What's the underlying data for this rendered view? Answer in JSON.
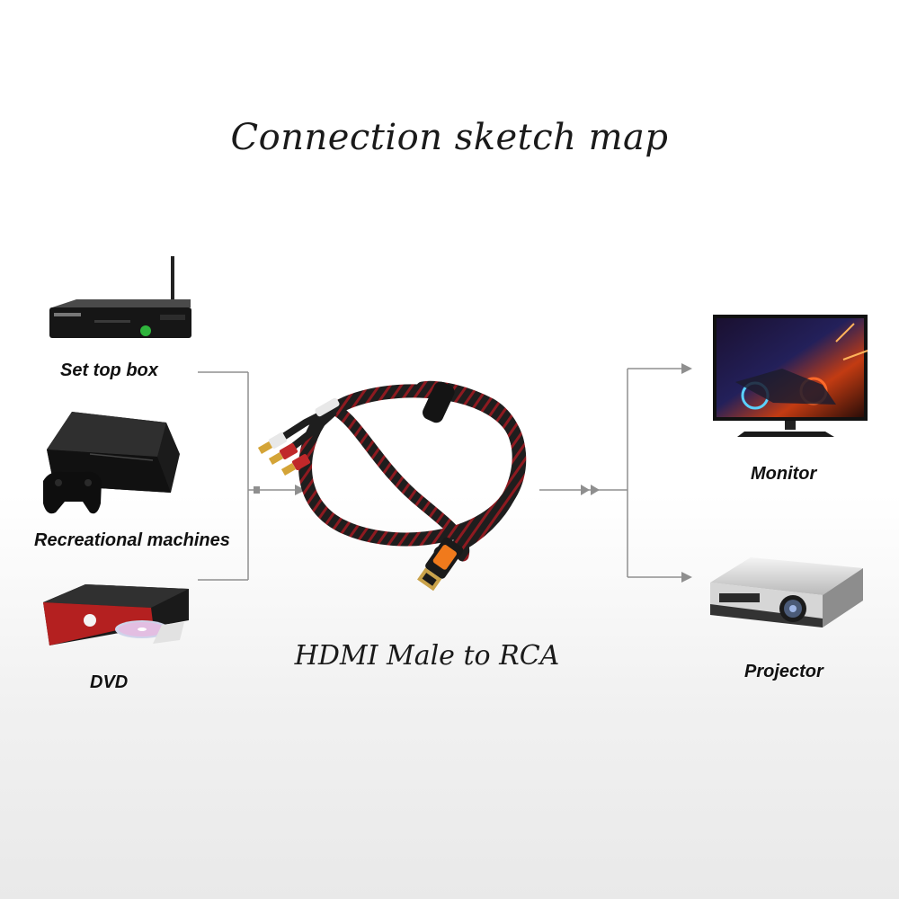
{
  "title": "Connection sketch map",
  "cable_label": "HDMI Male to RCA",
  "sources": [
    {
      "label": "Set top box",
      "icon": "set-top-box-icon"
    },
    {
      "label": "Recreational machines",
      "icon": "game-console-icon"
    },
    {
      "label": "DVD",
      "icon": "dvd-player-icon"
    }
  ],
  "outputs": [
    {
      "label": "Monitor",
      "icon": "monitor-icon"
    },
    {
      "label": "Projector",
      "icon": "projector-icon"
    }
  ],
  "colors": {
    "connector_line": "#8f8f8f",
    "hdmi_tip": "#f07a1c",
    "cable_red": "#9a1c22",
    "cable_black": "#1e1e1e",
    "rca_red": "#c0282a",
    "rca_white": "#e8e8e8",
    "gold": "#d4a437"
  }
}
